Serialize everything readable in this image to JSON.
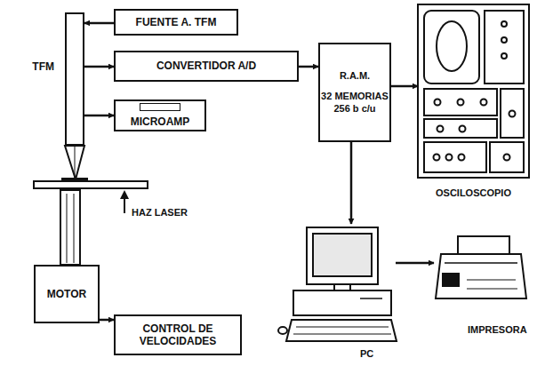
{
  "diagram": {
    "nodes": [
      {
        "text": [
          "TFM"
        ]
      },
      {
        "text": [
          "FUENTE A. TFM"
        ]
      },
      {
        "text": [
          "CONVERTIDOR A/D"
        ]
      },
      {
        "text": [
          "MICROAMP"
        ]
      },
      {
        "text": [
          "MOTOR"
        ]
      },
      {
        "text": [
          "CONTROL DE VELOCIDADES"
        ]
      },
      {
        "text": [
          "R.A.M.",
          "32 MEMORIAS 256 b c/u"
        ]
      },
      {
        "text": [
          "OSCILOSCOPIO"
        ]
      },
      {
        "text": [
          "PC"
        ]
      },
      {
        "text": [
          "IMPRESORA"
        ]
      }
    ],
    "edges": [
      {
        "from": 1,
        "to": 0,
        "arrow": "to"
      },
      {
        "from": 0,
        "to": 2,
        "arrow": "to"
      },
      {
        "from": 0,
        "to": 3,
        "arrow": "to"
      },
      {
        "from": 2,
        "to": 6,
        "arrow": "to"
      },
      {
        "from": 6,
        "to": 7,
        "arrow": "to"
      },
      {
        "from": 6,
        "to": 8,
        "arrow": "to"
      },
      {
        "from": 8,
        "to": 9,
        "arrow": "to"
      },
      {
        "from": 4,
        "to": 5,
        "arrow": "to"
      }
    ],
    "labels": [
      "HAZ LASER"
    ]
  }
}
